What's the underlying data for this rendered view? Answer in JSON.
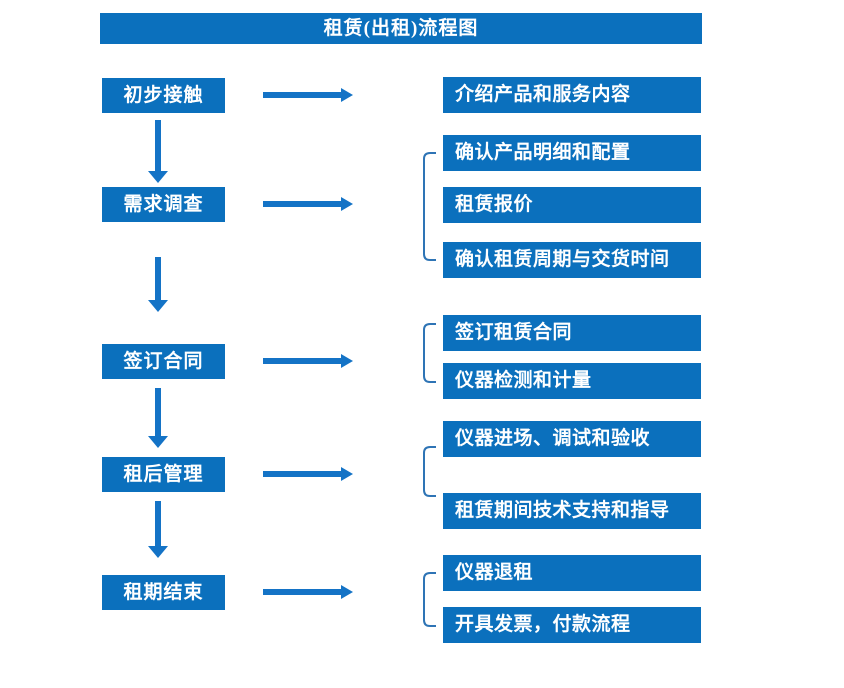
{
  "title": "租赁(出租)流程图",
  "colors": {
    "box": "#0B70BD",
    "arrow": "#1473C6",
    "bracket": "#2E74B5",
    "text": "#FFFFFF",
    "bg": "#FFFFFF"
  },
  "steps": [
    {
      "label": "初步接触",
      "details": [
        "介绍产品和服务内容"
      ]
    },
    {
      "label": "需求调查",
      "details": [
        "确认产品明细和配置",
        "租赁报价",
        "确认租赁周期与交货时间"
      ]
    },
    {
      "label": "签订合同",
      "details": [
        "签订租赁合同",
        "仪器检测和计量"
      ]
    },
    {
      "label": "租后管理",
      "details": [
        "仪器进场、调试和验收",
        "租赁期间技术支持和指导"
      ]
    },
    {
      "label": "租期结束",
      "details": [
        "仪器退租",
        "开具发票，付款流程"
      ]
    }
  ]
}
